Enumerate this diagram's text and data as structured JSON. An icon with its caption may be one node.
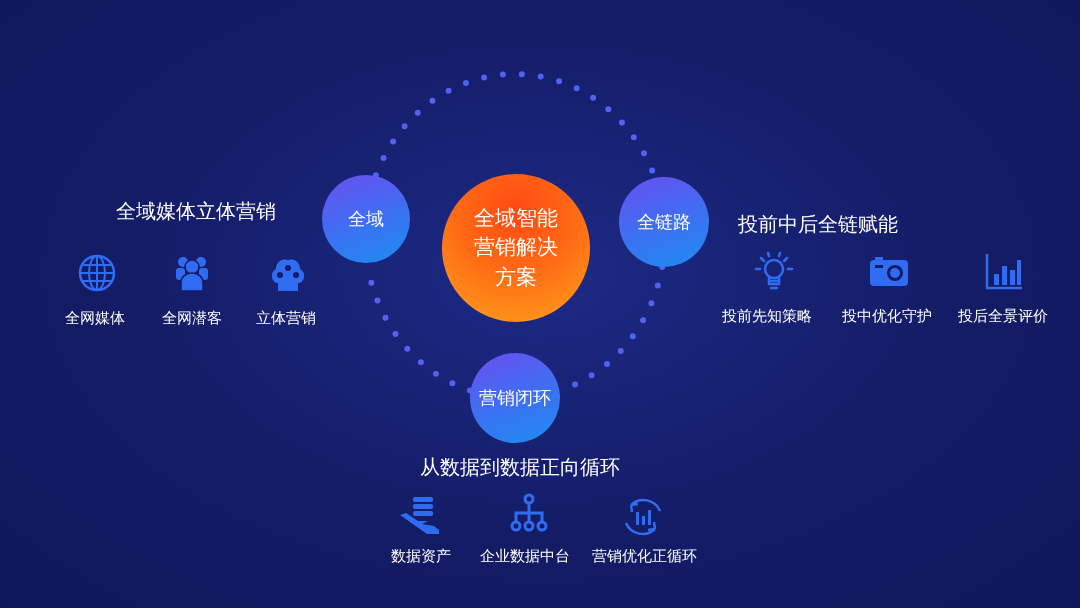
{
  "diagram": {
    "nodes": [
      {
        "text": [
          "全域智能营销解决方案"
        ]
      },
      {
        "text": [
          "全域"
        ]
      },
      {
        "text": [
          "全链路"
        ]
      },
      {
        "text": [
          "营销闭环"
        ]
      }
    ],
    "edges": [
      {
        "from": 1,
        "to": 2,
        "arrow": "none",
        "style": "dashed"
      },
      {
        "from": 2,
        "to": 3,
        "arrow": "none",
        "style": "dashed"
      },
      {
        "from": 3,
        "to": 1,
        "arrow": "none",
        "style": "dashed"
      }
    ],
    "labels": [
      "全域媒体立体营销",
      "投前中后全链赋能",
      "全网媒体",
      "全网潜客",
      "立体营销",
      "投前先知策略",
      "投中优化守护",
      "投后全景评价",
      "从数据到数据正向循环",
      "数据资产",
      "企业数据中台",
      "营销优化正循环"
    ]
  }
}
